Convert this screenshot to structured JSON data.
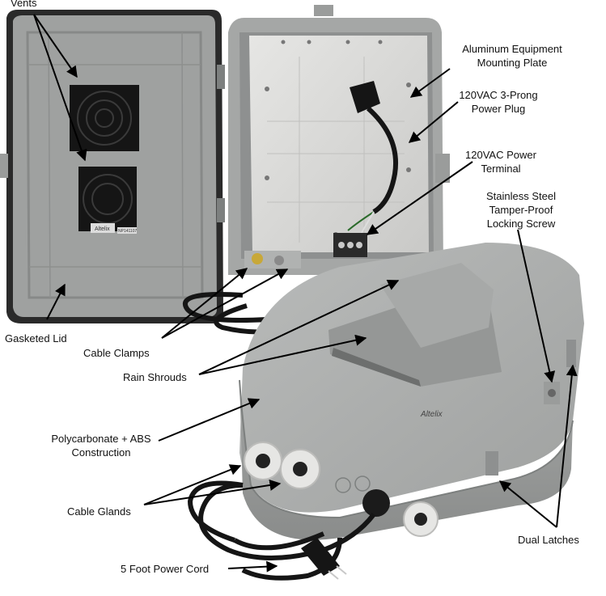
{
  "labels": {
    "vents": "Vents",
    "aluminum_plate": [
      "Aluminum Equipment",
      "Mounting Plate"
    ],
    "power_plug": [
      "120VAC 3-Prong",
      "Power Plug"
    ],
    "power_terminal": [
      "120VAC Power",
      "Terminal"
    ],
    "locking_screw": [
      "Stainless Steel",
      "Tamper-Proof",
      "Locking Screw"
    ],
    "gasketed_lid": "Gasketed Lid",
    "cable_clamps": "Cable Clamps",
    "rain_shrouds": "Rain Shrouds",
    "construction": [
      "Polycarbonate + ABS",
      "Construction"
    ],
    "cable_glands": "Cable Glands",
    "power_cord": "5 Foot Power Cord",
    "dual_latches": "Dual Latches"
  },
  "product_text": {
    "brand_lid": "Altelix",
    "brand_body": "Altelix",
    "model": "NP141107"
  },
  "colors": {
    "enclosure": "#a9abaa",
    "enclosure_dark": "#7d807f",
    "lid_inner": "#9a9c9b",
    "plate": "#d8d8d6",
    "fan": "#1c1c1c",
    "cord": "#151515",
    "gland": "#e9e9e7",
    "arrow": "#000000"
  }
}
